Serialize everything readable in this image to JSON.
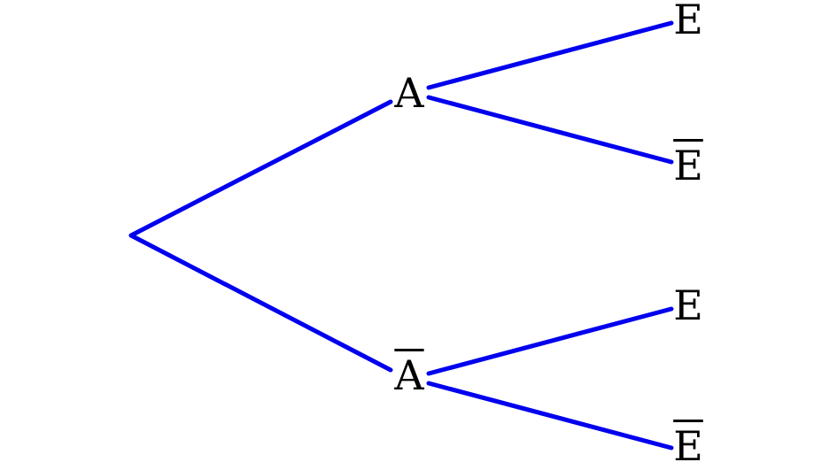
{
  "colors": {
    "branch": "#0000ee",
    "label": "#000000",
    "background": "#ffffff"
  },
  "nodes": {
    "a": {
      "label": "A",
      "overline": false
    },
    "a_bar": {
      "label": "A",
      "overline": true
    },
    "a_e": {
      "label": "E",
      "overline": false
    },
    "a_e_bar": {
      "label": "E",
      "overline": true
    },
    "abar_e": {
      "label": "E",
      "overline": false
    },
    "abar_e_bar": {
      "label": "E",
      "overline": true
    }
  }
}
